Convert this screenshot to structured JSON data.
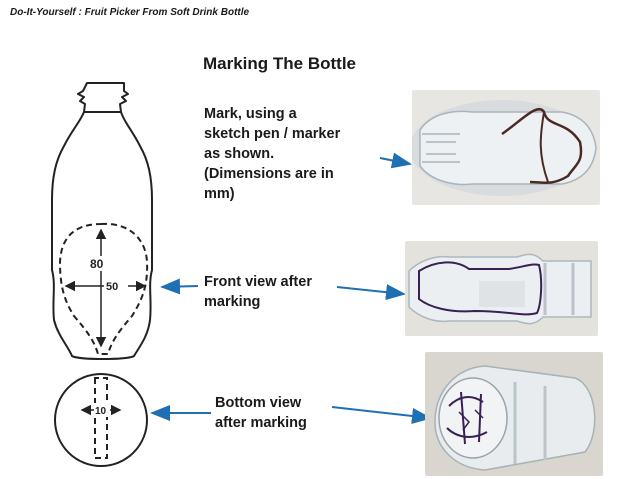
{
  "header": "Do-It-Yourself  : Fruit  Picker  From  Soft  Drink  Bottle",
  "title": "Marking The Bottle",
  "instructions": {
    "line1": "Mark, using a",
    "line2": "sketch pen / marker",
    "line3": "as shown.",
    "line4": "(Dimensions  are in",
    "line5": "mm)"
  },
  "front_view": {
    "line1": "Front view after",
    "line2": "marking"
  },
  "bottom_view": {
    "line1": "Bottom view",
    "line2": "after marking"
  },
  "drawing": {
    "dim_height": "80",
    "dim_width": "50",
    "dim_bottom": "10"
  },
  "colors": {
    "arrow": "#1f6fb5",
    "ink": "#222222",
    "marker": "#3a1f55"
  }
}
